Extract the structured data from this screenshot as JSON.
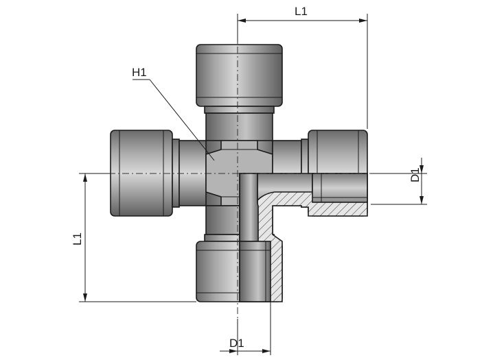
{
  "labels": {
    "h1": "H1",
    "l1_top": "L1",
    "l1_left": "L1",
    "d1_right": "D1",
    "d1_bottom": "D1"
  },
  "colors": {
    "metal_light": "#c9c9c9",
    "metal_mid": "#9a9a9a",
    "metal_dark": "#5a5a5a",
    "section_fill": "#d8d8d8",
    "line": "#1a1a1a"
  }
}
